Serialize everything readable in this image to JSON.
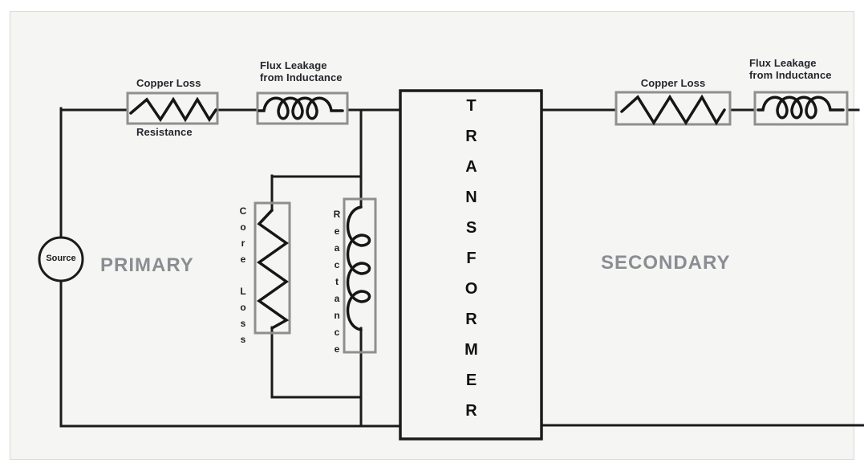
{
  "regions": {
    "primary": "PRIMARY",
    "secondary": "SECONDARY"
  },
  "source": {
    "label": "Source"
  },
  "transformer": {
    "label": "TRANSFORMER"
  },
  "primary_branch": {
    "copper_loss": "Copper Loss",
    "resistance": "Resistance",
    "flux_leakage": "Flux Leakage\nfrom Inductance"
  },
  "shunt_branch": {
    "core_loss": "Core Loss",
    "reactance": "Reactance"
  },
  "secondary_branch": {
    "copper_loss": "Copper Loss",
    "flux_leakage": "Flux Leakage\nfrom Inductance"
  },
  "colors": {
    "photo_background": "#f5f5f3",
    "wire": "#1b1b1b",
    "component_box": "#8f8f8f",
    "label_text": "#25262e",
    "region_text": "#8a8d92"
  }
}
